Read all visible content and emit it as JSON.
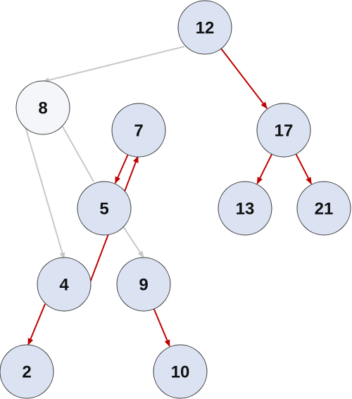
{
  "diagram": {
    "type": "tree",
    "colors": {
      "node_fill": "#dbe3f3",
      "faded_node_fill": "#f4f6fa",
      "node_stroke": "#3a3a3a",
      "faded_node_stroke": "#c7ccd6",
      "active_edge": "#c00000",
      "inactive_edge": "#c8c8c8"
    },
    "nodes": [
      {
        "id": "n12",
        "label": "12",
        "style": "normal"
      },
      {
        "id": "n8",
        "label": "8",
        "style": "faded"
      },
      {
        "id": "n7",
        "label": "7",
        "style": "normal"
      },
      {
        "id": "n17",
        "label": "17",
        "style": "normal"
      },
      {
        "id": "n5",
        "label": "5",
        "style": "normal"
      },
      {
        "id": "n13",
        "label": "13",
        "style": "normal"
      },
      {
        "id": "n21",
        "label": "21",
        "style": "normal"
      },
      {
        "id": "n4",
        "label": "4",
        "style": "normal"
      },
      {
        "id": "n9",
        "label": "9",
        "style": "normal"
      },
      {
        "id": "n2",
        "label": "2",
        "style": "normal"
      },
      {
        "id": "n10",
        "label": "10",
        "style": "normal"
      }
    ],
    "edges": [
      {
        "from": "n12",
        "to": "n8",
        "style": "inactive",
        "arrow": true
      },
      {
        "from": "n8",
        "to": "n4",
        "style": "inactive",
        "arrow": true
      },
      {
        "from": "n8",
        "to": "n5",
        "style": "inactive",
        "arrow": false
      },
      {
        "from": "n5",
        "to": "n9",
        "style": "inactive",
        "arrow": true
      },
      {
        "from": "n12",
        "to": "n17",
        "style": "active",
        "arrow": true
      },
      {
        "from": "n17",
        "to": "n13",
        "style": "active",
        "arrow": true
      },
      {
        "from": "n17",
        "to": "n21",
        "style": "active",
        "arrow": true
      },
      {
        "from": "n7",
        "to": "n5",
        "style": "active",
        "arrow": true
      },
      {
        "from": "n4",
        "to": "n7",
        "style": "active",
        "arrow": true
      },
      {
        "from": "n4",
        "to": "n2",
        "style": "active",
        "arrow": true
      },
      {
        "from": "n9",
        "to": "n10",
        "style": "active",
        "arrow": true
      }
    ]
  }
}
